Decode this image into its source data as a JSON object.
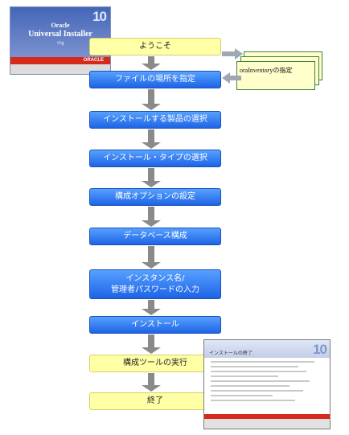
{
  "splash": {
    "brand_line1": "Oracle",
    "product_name": "Universal Installer",
    "version_small": "10g",
    "version_big": "10",
    "brand_red": "ORACLE"
  },
  "side_note": {
    "label": "oraInventoryの指定"
  },
  "steps": [
    {
      "label": "ようこそ",
      "color": "yellow"
    },
    {
      "label": "ファイルの場所を指定",
      "color": "blue"
    },
    {
      "label": "インストールする製品の選択",
      "color": "blue"
    },
    {
      "label": "インストール・タイプの選択",
      "color": "blue"
    },
    {
      "label": "構成オプションの設定",
      "color": "blue"
    },
    {
      "label": "データベース構成",
      "color": "blue"
    },
    {
      "label": "インスタンス名/\n管理者パスワードの入力",
      "color": "blue"
    },
    {
      "label": "インストール",
      "color": "blue"
    },
    {
      "label": "構成ツールの実行",
      "color": "yellow"
    },
    {
      "label": "終了",
      "color": "yellow"
    }
  ],
  "end_screen": {
    "title": "インストールの終了",
    "version_big": "10"
  },
  "colors": {
    "yellow_step": "#ffffa6",
    "blue_step": "#2f78f0",
    "arrow": "#8a8a8a",
    "oracle_red": "#d52a1c"
  }
}
